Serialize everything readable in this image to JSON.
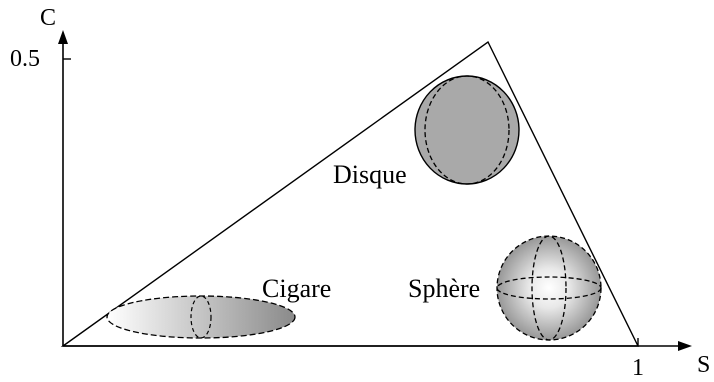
{
  "axes": {
    "x_label": "S",
    "y_label": "C",
    "x_tick": "1",
    "y_tick": "0.5"
  },
  "shapes": {
    "disk_label": "Disque",
    "cigar_label": "Cigare",
    "sphere_label": "Sphère"
  },
  "colors": {
    "stroke": "#000000",
    "disk_fill": "#a9a9a9",
    "gradient_light": "#ffffff",
    "gradient_dark": "#8a8a8a"
  }
}
